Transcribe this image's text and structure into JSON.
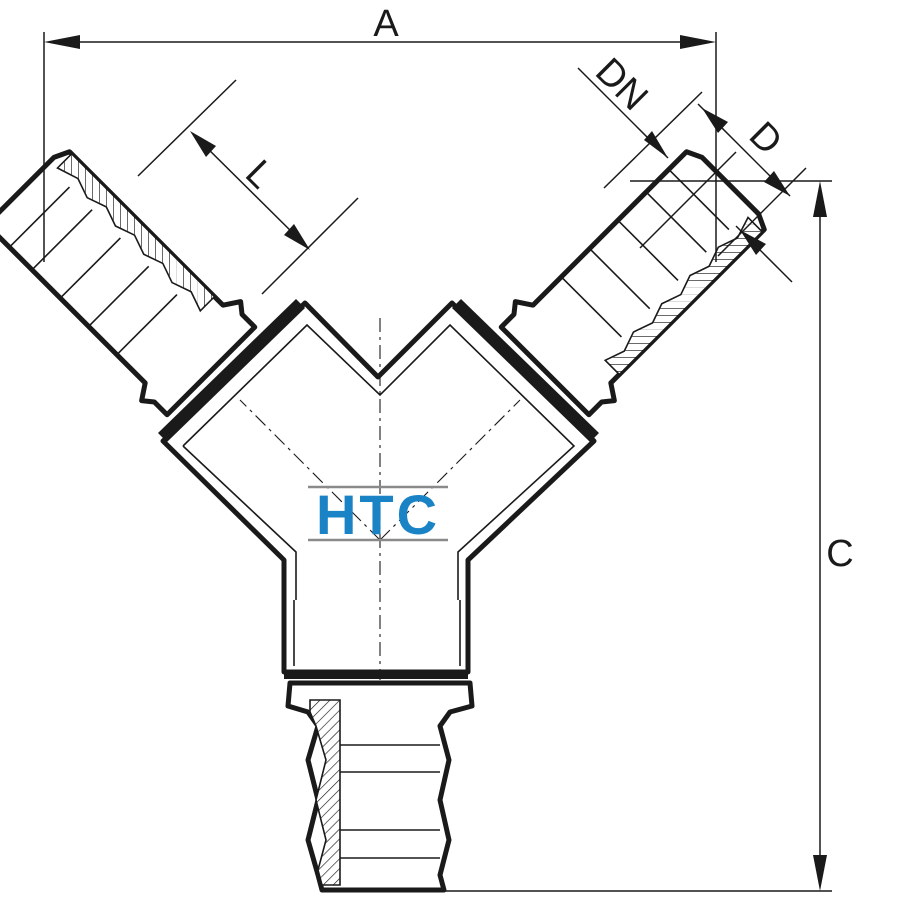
{
  "dimensions": {
    "overall_width": "A",
    "overall_height": "C",
    "nominal_diameter": "DN",
    "outer_diameter": "D",
    "spigot_length": "L"
  },
  "logo": {
    "text": "HTC",
    "color": "#1a83c5",
    "rule_color": "#8a8a8a"
  },
  "colors": {
    "line": "#1a1a1a",
    "background": "#ffffff"
  }
}
